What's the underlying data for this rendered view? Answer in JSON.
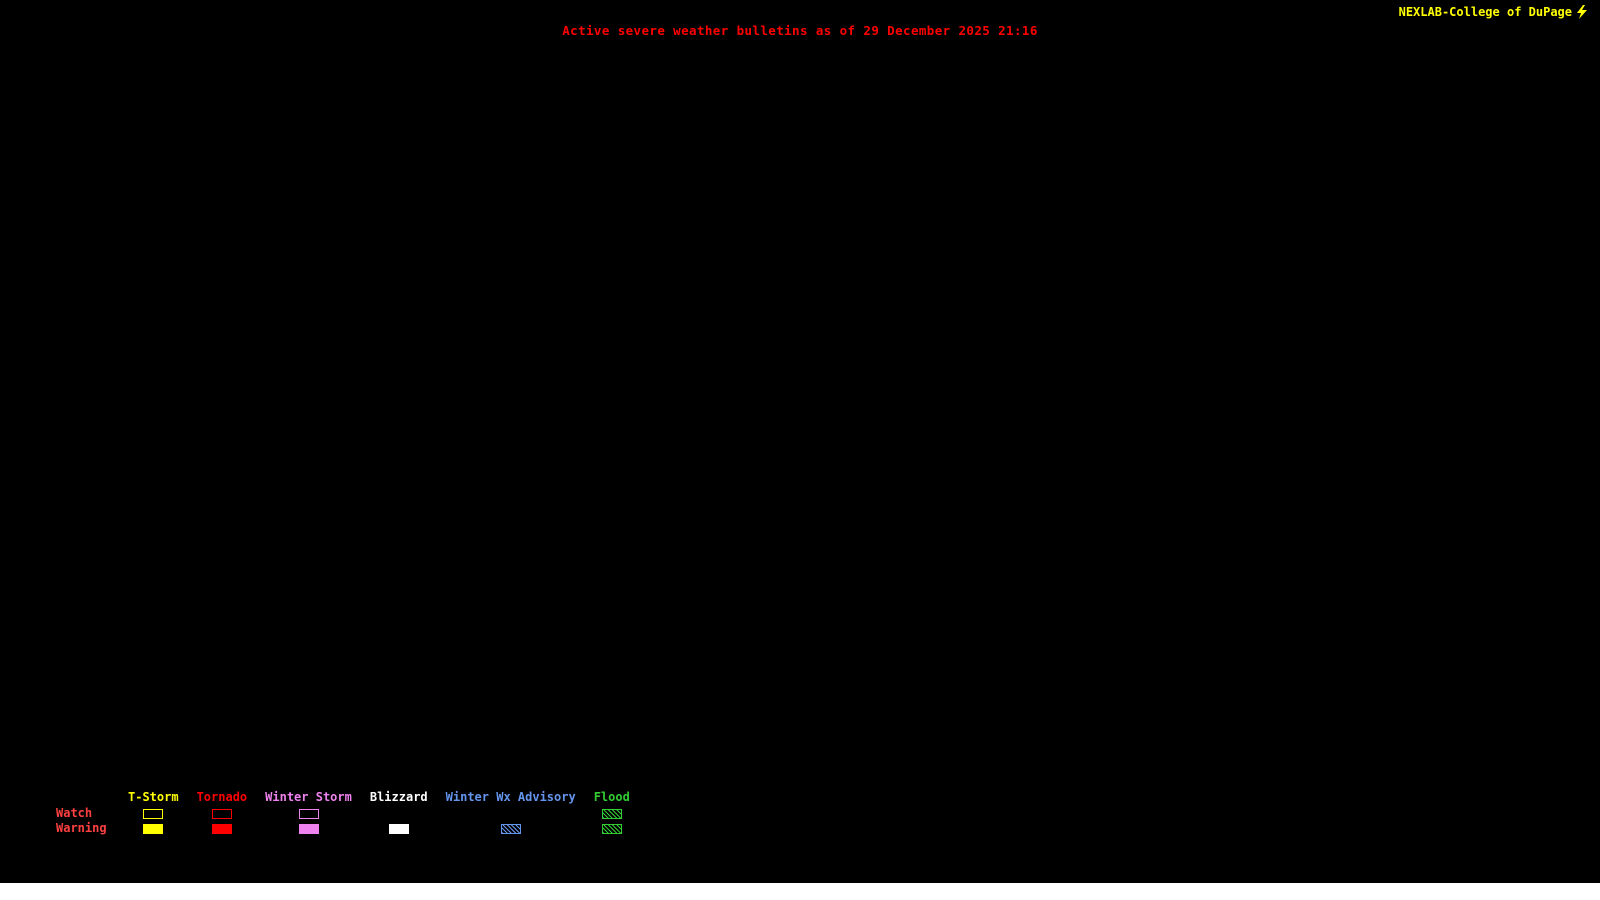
{
  "header": {
    "attribution": "NEXLAB-College of DuPage",
    "title": "Active severe weather bulletins as of 29 December 2025 21:16"
  },
  "icons": {
    "attribution_logo": "lightning-bolt"
  },
  "colors": {
    "background": "#000000",
    "title": "#FF0000",
    "attribution": "#FFFF00",
    "row_label": "#FF4040",
    "bottom_bar": "#FFFFFF"
  },
  "legend": {
    "row_labels": {
      "watch": "Watch",
      "warning": "Warning"
    },
    "columns": [
      {
        "label": "T-Storm",
        "color": "#FFFF00",
        "watch": "outline",
        "warning": "fill"
      },
      {
        "label": "Tornado",
        "color": "#FF0000",
        "watch": "outline",
        "warning": "fill"
      },
      {
        "label": "Winter Storm",
        "color": "#EE82EE",
        "watch": "outline",
        "warning": "fill"
      },
      {
        "label": "Blizzard",
        "color": "#FFFFFF",
        "watch": "none",
        "warning": "fill"
      },
      {
        "label": "Winter Wx Advisory",
        "color": "#6495ED",
        "watch": "none",
        "warning": "hatch"
      },
      {
        "label": "Flood",
        "color": "#32CD32",
        "watch": "hatch",
        "warning": "hatch"
      }
    ]
  }
}
